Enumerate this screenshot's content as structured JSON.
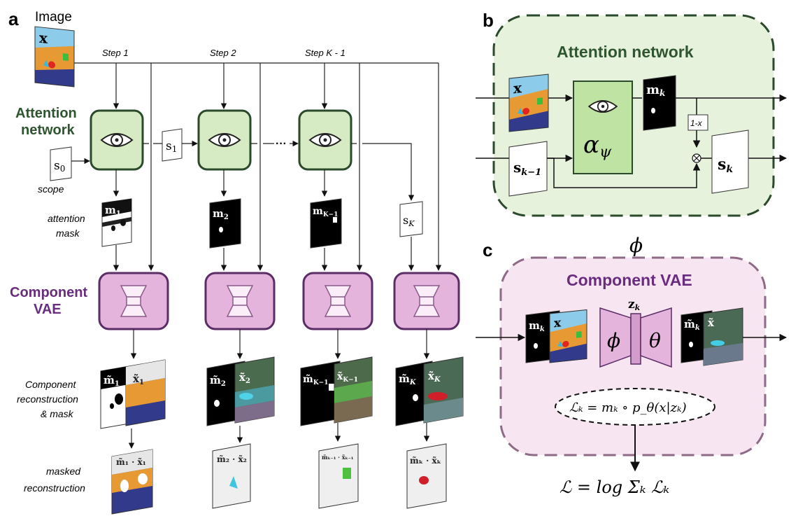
{
  "panels": {
    "a": {
      "letter": "a"
    },
    "b": {
      "letter": "b"
    },
    "c": {
      "letter": "c"
    }
  },
  "left": {
    "image_label": "Image",
    "image_symbol": "x",
    "steps": [
      "Step 1",
      "Step 2",
      "Step K - 1"
    ],
    "attention_label_line1": "Attention",
    "attention_label_line2": "network",
    "scope_symbol": "s",
    "scope_sub": "0",
    "scope_label": "scope",
    "s1": "s",
    "s1_sub": "1",
    "sK": "s",
    "sK_sub": "K",
    "ellipsis": "···",
    "attention_mask_line1": "attention",
    "attention_mask_line2": "mask",
    "masks": [
      {
        "sym": "m",
        "sub": "1"
      },
      {
        "sym": "m",
        "sub": "2"
      },
      {
        "sym": "m",
        "sub": "K−1"
      }
    ],
    "vae_label_line1": "Component",
    "vae_label_line2": "VAE",
    "recon_label_line1": "Component",
    "recon_label_line2": "reconstruction",
    "recon_label_line3": "& mask",
    "recons": [
      {
        "m": "m̃",
        "msub": "1",
        "x": "x̃",
        "xsub": "1"
      },
      {
        "m": "m̃",
        "msub": "2",
        "x": "x̃",
        "xsub": "2"
      },
      {
        "m": "m̃",
        "msub": "K−1",
        "x": "x̃",
        "xsub": "K−1"
      },
      {
        "m": "m̃",
        "msub": "K",
        "x": "x̃",
        "xsub": "K"
      }
    ],
    "masked_label_line1": "masked",
    "masked_label_line2": "reconstruction",
    "masked": [
      {
        "text": "m̃₁ · x̃₁"
      },
      {
        "text": "m̃₂ · x̃₂"
      },
      {
        "text": "m̃ₖ₋₁ · x̃ₖ₋₁"
      },
      {
        "text": "m̃ₖ · x̃ₖ"
      }
    ]
  },
  "right_b": {
    "title": "Attention network",
    "x": "x",
    "s_in": "s",
    "s_in_sub": "k−1",
    "alpha": "α",
    "alpha_sub": "ψ",
    "m_out": "m",
    "m_out_sub": "k",
    "one_minus_x": "1-x",
    "otimes": "⊗",
    "s_out": "s",
    "s_out_sub": "k"
  },
  "right_c": {
    "phi_top": "ϕ",
    "title": "Component VAE",
    "m_in": "m",
    "m_in_sub": "k",
    "x_in": "x",
    "z": "z",
    "z_sub": "k",
    "phi": "ϕ",
    "theta": "θ",
    "m_out": "m̃",
    "m_out_sub": "k",
    "x_out": "x̃",
    "loss_k": "ℒₖ = mₖ ∘ p_θ(x|zₖ)",
    "loss_total": "ℒ = log Σₖ ℒₖ"
  },
  "colors": {
    "green_fill": "#d6ebc4",
    "green_stroke": "#2b4a2b",
    "green_panel": "#e6f2dc",
    "pink_fill": "#e5b4dc",
    "pink_stroke": "#5a2d66",
    "pink_panel": "#f7e6f1",
    "vae_title": "#6a2c7e",
    "att_title": "#2e5530",
    "sky": "#8ccbe9",
    "wall": "#e79a34",
    "floor": "#323a8c"
  }
}
